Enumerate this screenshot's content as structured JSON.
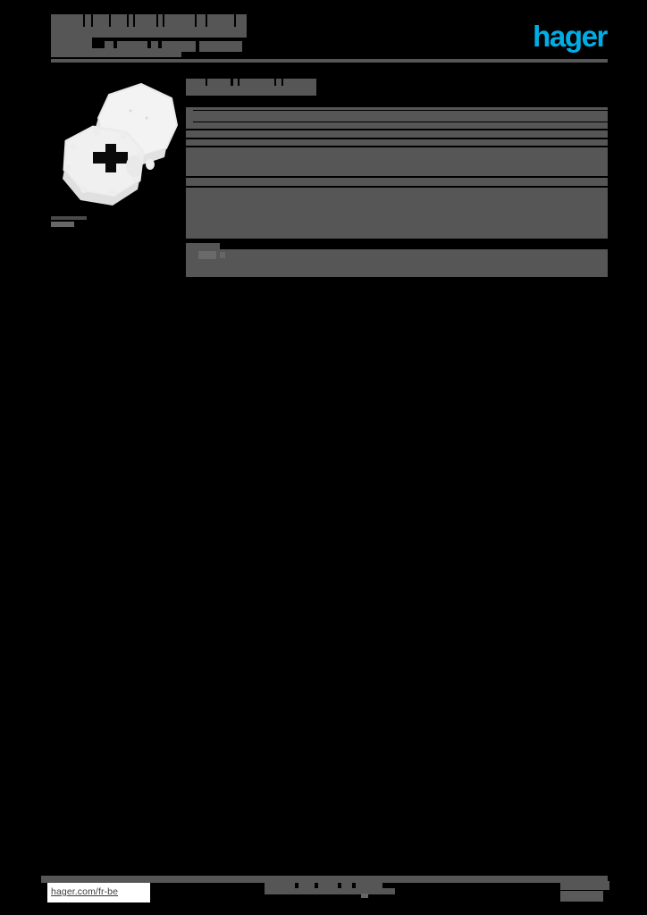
{
  "document": {
    "kind": "product-datasheet",
    "page_background": "#000000",
    "redaction_color": "#565656",
    "note_text_state": "redacted"
  },
  "header": {
    "title_line": "",
    "subtitle_line": "",
    "brand": {
      "wordmark": "hager",
      "color": "#00AEE6"
    },
    "rule_color": "#565656"
  },
  "product": {
    "image_alt": "white octagonal junction box with mounting ring",
    "image_body_color": "#f1f1f1",
    "image_shadow_color": "#d8d8d8",
    "caption": ""
  },
  "main": {
    "section_heading": "",
    "table": {
      "rows": [
        {
          "label": "",
          "value": ""
        },
        {
          "label": "",
          "value": ""
        },
        {
          "label": "",
          "value": ""
        },
        {
          "label": "",
          "value": ""
        },
        {
          "label": "",
          "value": ""
        },
        {
          "label": "",
          "value": ""
        }
      ]
    }
  },
  "footer": {
    "url": "hager.com/fr-be",
    "center_text": "",
    "right_text": ""
  }
}
